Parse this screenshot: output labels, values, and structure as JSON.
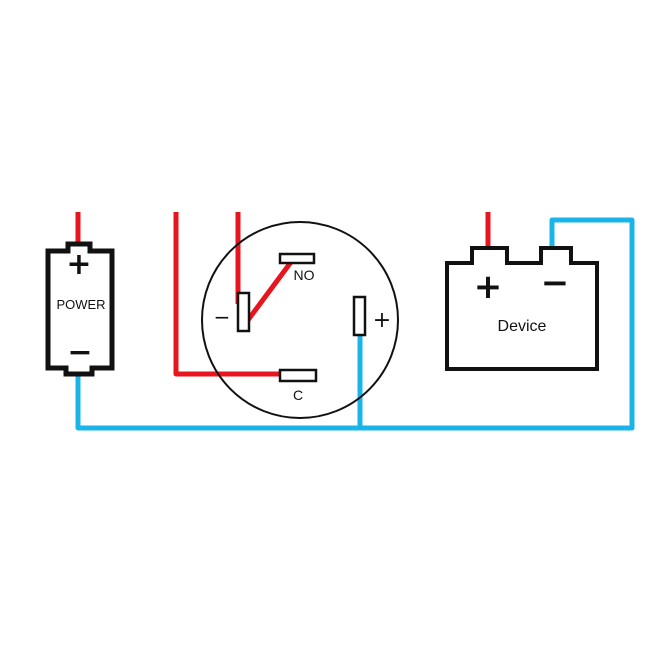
{
  "colors": {
    "positive_wire": "#e8141e",
    "negative_wire": "#1ab4e8",
    "outline": "#111111",
    "background": "#ffffff"
  },
  "power": {
    "label": "POWER",
    "plus": "+",
    "minus": "−"
  },
  "switch": {
    "no_label": "NO",
    "c_label": "C",
    "minus": "−",
    "plus": "+"
  },
  "device": {
    "label": "Device",
    "plus": "+",
    "minus": "−"
  }
}
